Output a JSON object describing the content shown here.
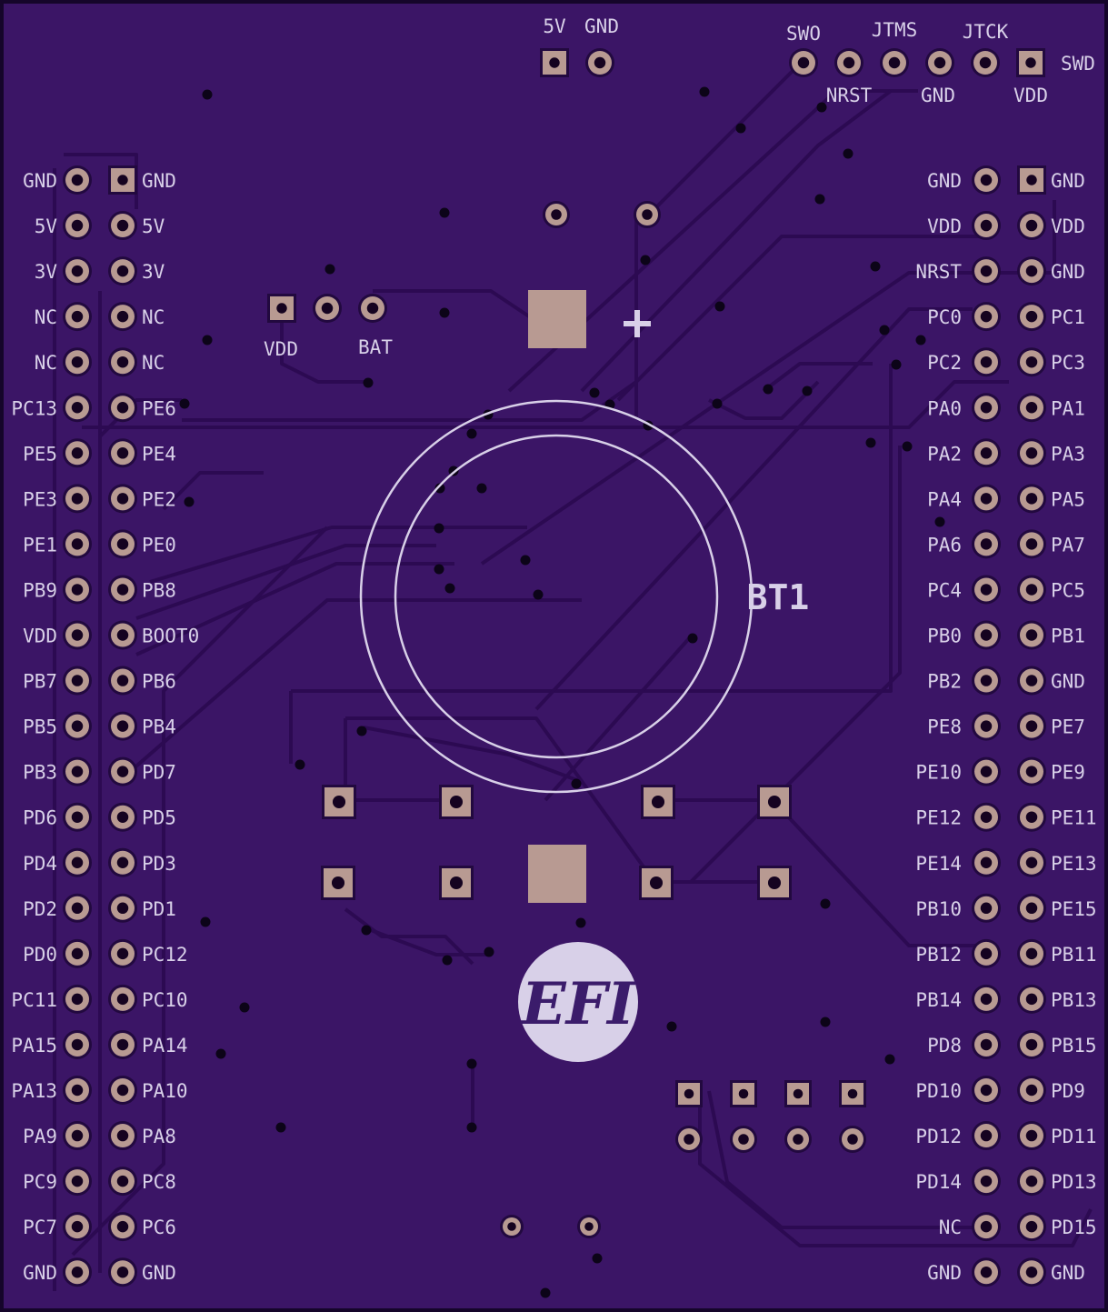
{
  "board": {
    "colors": {
      "board": "#3b1566",
      "edge": "#15052a",
      "trace": "#2c0a52",
      "pad": "#b89a92",
      "pad_ring": "#22093f",
      "hole": "#150320",
      "silk": "#d8d0e8"
    },
    "top_power_header": [
      "5V",
      "GND"
    ],
    "swd_header": {
      "top_labels": [
        "SWO",
        "JTMS",
        "JTCK"
      ],
      "bottom_labels": [
        "NRST",
        "GND",
        "VDD"
      ],
      "side_label": "SWD"
    },
    "battery_header": [
      "VDD",
      "BAT"
    ],
    "battery": {
      "designator": "BT1",
      "polarity_mark": "+"
    },
    "logo_text": "EFI",
    "left_header": {
      "outer": [
        "GND",
        "5V",
        "3V",
        "NC",
        "NC",
        "PC13",
        "PE5",
        "PE3",
        "PE1",
        "PB9",
        "VDD",
        "PB7",
        "PB5",
        "PB3",
        "PD6",
        "PD4",
        "PD2",
        "PD0",
        "PC11",
        "PA15",
        "PA13",
        "PA9",
        "PC9",
        "PC7",
        "GND"
      ],
      "inner": [
        "GND",
        "5V",
        "3V",
        "NC",
        "NC",
        "PE6",
        "PE4",
        "PE2",
        "PE0",
        "PB8",
        "BOOT0",
        "PB6",
        "PB4",
        "PD7",
        "PD5",
        "PD3",
        "PD1",
        "PC12",
        "PC10",
        "PA14",
        "PA10",
        "PA8",
        "PC8",
        "PC6",
        "GND"
      ]
    },
    "right_header": {
      "inner": [
        "GND",
        "VDD",
        "NRST",
        "PC0",
        "PC2",
        "PA0",
        "PA2",
        "PA4",
        "PA6",
        "PC4",
        "PB0",
        "PB2",
        "PE8",
        "PE10",
        "PE12",
        "PE14",
        "PB10",
        "PB12",
        "PB14",
        "PD8",
        "PD10",
        "PD12",
        "PD14",
        "NC",
        "GND"
      ],
      "outer": [
        "GND",
        "VDD",
        "GND",
        "PC1",
        "PC3",
        "PA1",
        "PA3",
        "PA5",
        "PA7",
        "PC5",
        "PB1",
        "GND",
        "PE7",
        "PE9",
        "PE11",
        "PE13",
        "PE15",
        "PB11",
        "PB13",
        "PB15",
        "PD9",
        "PD11",
        "PD13",
        "PD15",
        "GND"
      ]
    }
  }
}
